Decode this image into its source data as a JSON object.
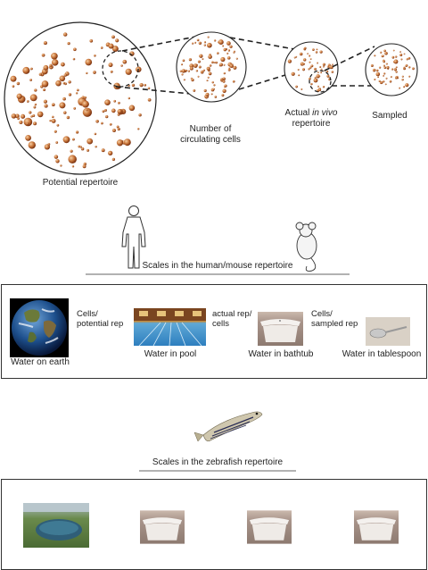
{
  "top_diagram": {
    "labels": {
      "potential": "Potential repertoire",
      "circulating_line1": "Number of",
      "circulating_line2": "circulating cells",
      "actual_line1_a": "Actual ",
      "actual_line1_b": "in vivo",
      "actual_line2": "repertoire",
      "sampled": "Sampled"
    },
    "colors": {
      "cell_dark": "#8a3a12",
      "cell_mid": "#c8753a",
      "cell_light": "#f2c08f",
      "outline": "#222222"
    }
  },
  "human_mouse": {
    "title": "Scales in the human/mouse repertoire",
    "icons": [
      "human-silhouette-icon",
      "mouse-icon"
    ],
    "items": [
      {
        "caption": "Water on earth",
        "picture": "earth-image"
      },
      {
        "caption": "Water in pool",
        "picture": "pool-image"
      },
      {
        "caption": "Water in bathtub",
        "picture": "bathtub-image"
      },
      {
        "caption": "Water in tablespoon",
        "picture": "tablespoon-image"
      }
    ],
    "arrows": [
      {
        "line1": "Cells/",
        "line2": "potential rep"
      },
      {
        "line1": "actual rep/",
        "line2": "cells"
      },
      {
        "line1": "Cells/",
        "line2": "sampled rep"
      }
    ]
  },
  "zebrafish": {
    "title": "Scales in the zebrafish repertoire",
    "icons": [
      "zebrafish-icon"
    ],
    "items": [
      {
        "picture": "lake-image"
      },
      {
        "picture": "bathtub-image"
      },
      {
        "picture": "bathtub-image"
      },
      {
        "picture": "bathtub-image"
      }
    ]
  }
}
